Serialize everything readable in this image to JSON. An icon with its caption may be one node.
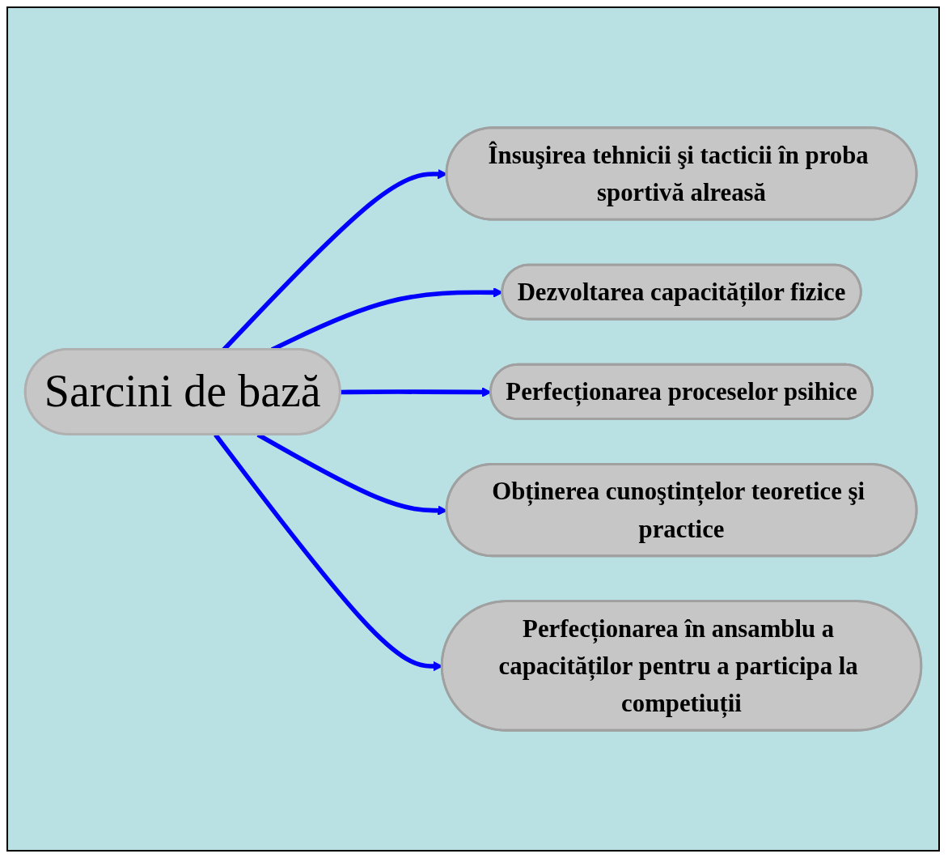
{
  "diagram": {
    "nodes": [
      {
        "text": [
          "Sarcini de bază"
        ]
      },
      {
        "text": [
          "Însuşirea tehnicii şi tacticii în proba sportivă alreasă"
        ]
      },
      {
        "text": [
          "Dezvoltarea capacităților fizice"
        ]
      },
      {
        "text": [
          "Perfecționarea proceselor psihice"
        ]
      },
      {
        "text": [
          "Obținerea cunoştințelor teoretice şi practice"
        ]
      },
      {
        "text": [
          "Perfecționarea în ansamblu a capacităților pentru a participa la competiuții"
        ]
      }
    ],
    "edges": [
      {
        "from": 0,
        "to": 1,
        "arrow": "to"
      },
      {
        "from": 0,
        "to": 2,
        "arrow": "to"
      },
      {
        "from": 0,
        "to": 3,
        "arrow": "to"
      },
      {
        "from": 0,
        "to": 4,
        "arrow": "to"
      },
      {
        "from": 0,
        "to": 5,
        "arrow": "to"
      }
    ]
  }
}
